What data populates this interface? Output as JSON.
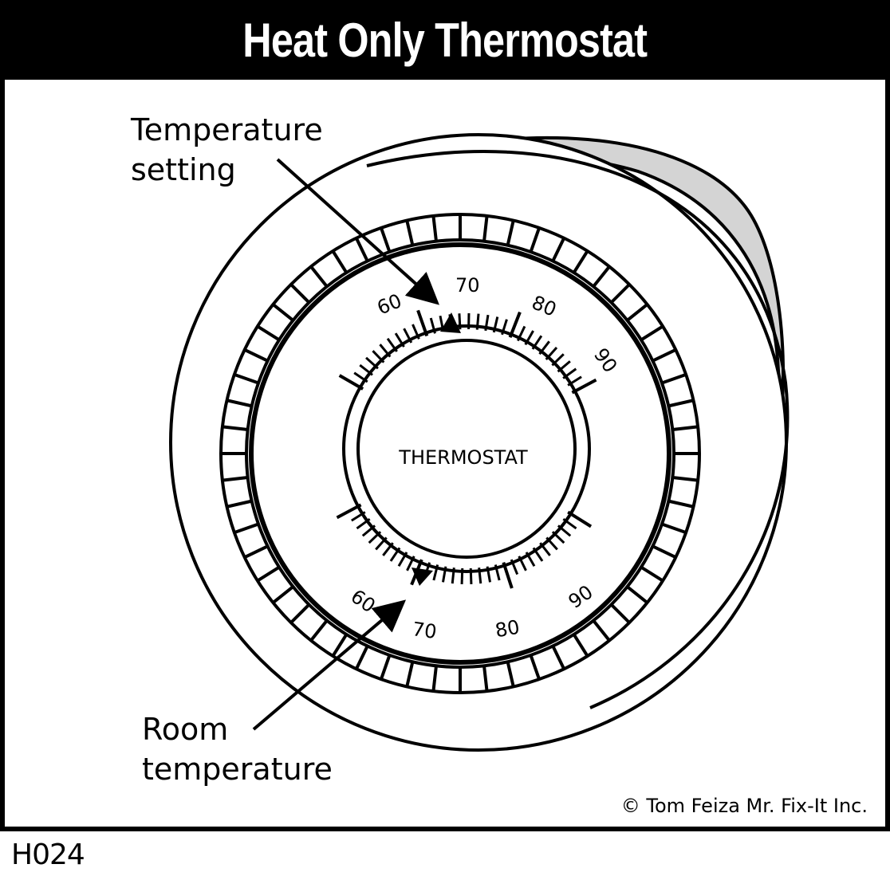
{
  "title": "Heat Only Thermostat",
  "labels": {
    "setting_line1": "Temperature",
    "setting_line2": "setting",
    "room_line1": "Room",
    "room_line2": "temperature",
    "center": "THERMOSTAT"
  },
  "upper_scale": [
    "60",
    "70",
    "80",
    "90"
  ],
  "lower_scale": [
    "60",
    "70",
    "80",
    "90"
  ],
  "copyright": "© Tom Feiza Mr. Fix-It Inc.",
  "code": "H024",
  "colors": {
    "ink": "#000000",
    "shadow": "#d4d4d4",
    "paper": "#ffffff"
  }
}
